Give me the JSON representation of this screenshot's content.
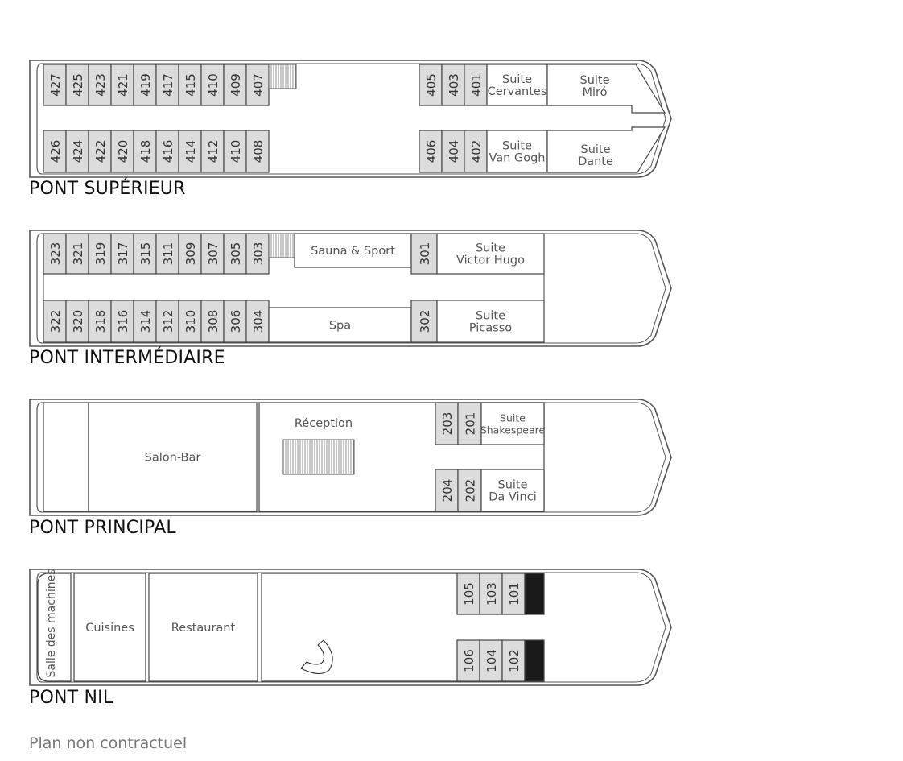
{
  "colors": {
    "cabin": "#dcdcdc",
    "stroke": "#444444",
    "text": "#555555",
    "black": "#1a1a1a"
  },
  "decks": [
    {
      "title": "PONT SUPÉRIEUR",
      "rooms": [
        "427",
        "425",
        "423",
        "421",
        "419",
        "417",
        "415",
        "410",
        "409",
        "407",
        "426",
        "424",
        "422",
        "420",
        "418",
        "416",
        "414",
        "412",
        "410",
        "408",
        "405",
        "403",
        "401",
        "406",
        "404",
        "402",
        "Suite\nCervantes",
        "Suite\nMiró",
        "Suite\nVan Gogh",
        "Suite\nDante"
      ]
    },
    {
      "title": "PONT INTERMÉDIAIRE",
      "rooms": [
        "323",
        "321",
        "319",
        "317",
        "315",
        "311",
        "309",
        "307",
        "305",
        "303",
        "322",
        "320",
        "318",
        "316",
        "314",
        "312",
        "310",
        "308",
        "306",
        "304",
        "301",
        "302",
        "Sauna & Sport",
        "Suite\nVictor Hugo",
        "Spa",
        "Suite\nPicasso"
      ]
    },
    {
      "title": "PONT PRINCIPAL",
      "rooms": [
        "203",
        "201",
        "204",
        "202",
        "Salon-Bar",
        "Réception",
        "Suite\nShakespeare",
        "Suite\nDa Vinci"
      ]
    },
    {
      "title": "PONT NIL",
      "rooms": [
        "105",
        "103",
        "101",
        "106",
        "104",
        "102",
        "Cuisines",
        "Restaurant",
        "Salle des machines"
      ]
    }
  ],
  "footer": "Plan non contractuel"
}
